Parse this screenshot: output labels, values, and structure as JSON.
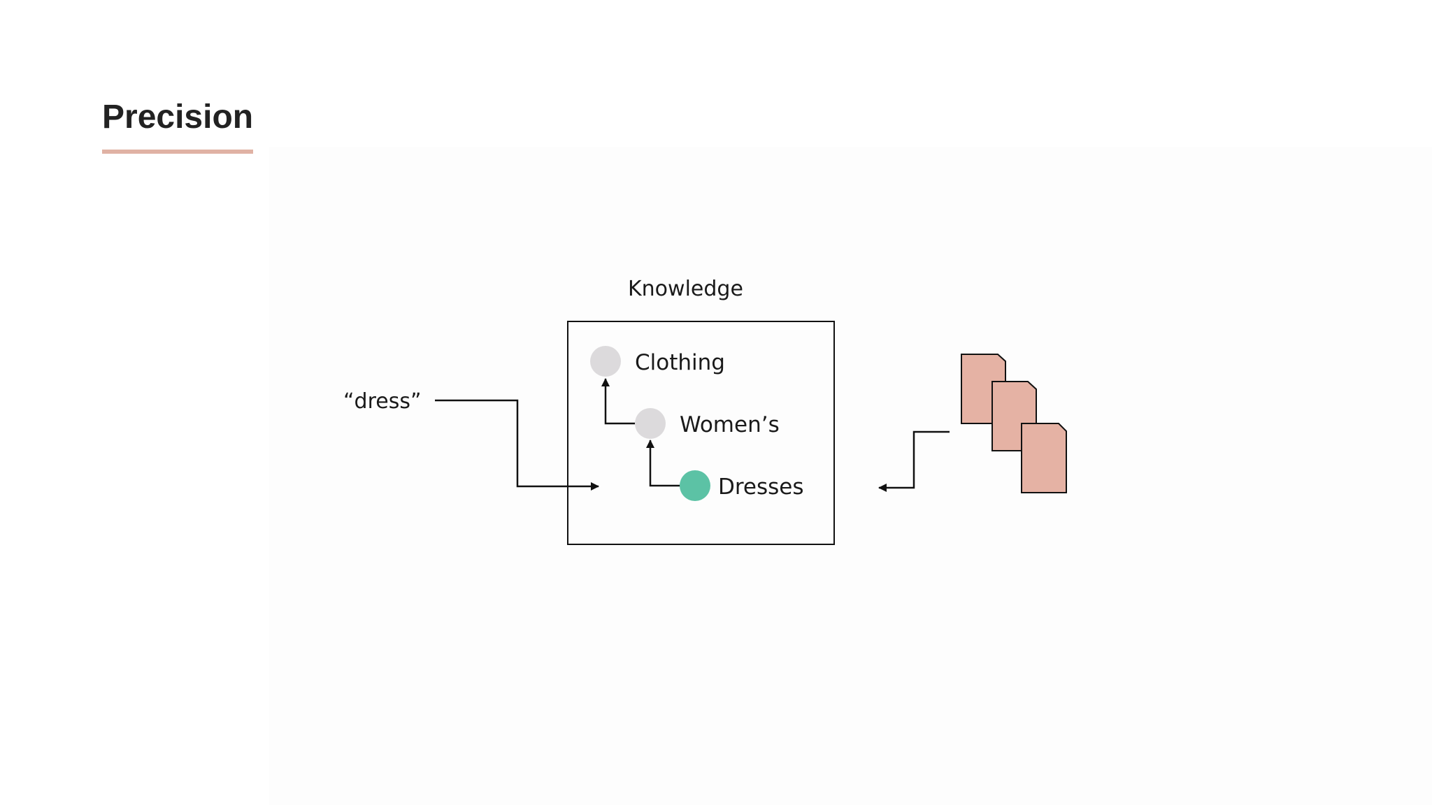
{
  "slide": {
    "title": "Precision"
  },
  "diagram": {
    "query_label": "“dress”",
    "knowledge_label": "Knowledge",
    "nodes": [
      {
        "label": "Clothing",
        "color": "#dcdadc"
      },
      {
        "label": "Women’s",
        "color": "#dcdadc"
      },
      {
        "label": "Dresses",
        "color": "#5cc2a5"
      }
    ],
    "document_color": "#e5b2a4"
  },
  "colors": {
    "accent_underline": "#e0b2a4",
    "title_text": "#222222",
    "stroke": "#111111"
  }
}
